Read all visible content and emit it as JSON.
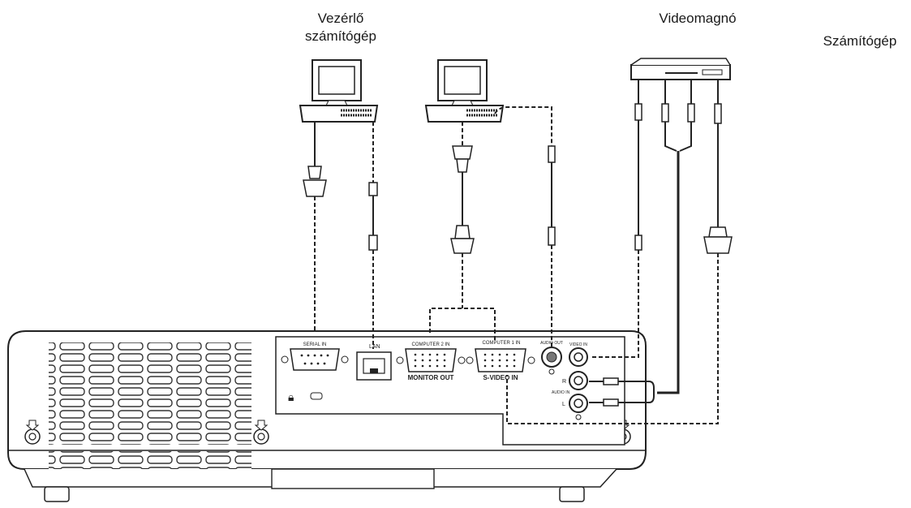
{
  "labels": {
    "control_pc_line1": "Vezérlő",
    "control_pc_line2": "számítógép",
    "vcr": "Videomagnó",
    "computer": "Számítógép"
  },
  "ports": {
    "serial": "SERIAL IN",
    "lan": "LAN",
    "computer_in": "COMPUTER 2 IN",
    "monitor_out": "MONITOR OUT",
    "computer1": "COMPUTER 1 IN",
    "svideo": "S-VIDEO IN",
    "audio_out": "AUDIO OUT",
    "video_in": "VIDEO IN",
    "audio_r": "R",
    "audio_in": "AUDIO IN",
    "audio_l": "L"
  }
}
